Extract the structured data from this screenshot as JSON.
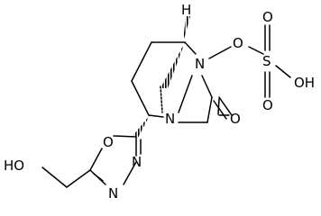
{
  "molecule": {
    "atom_labels": {
      "h_bridgehead": "H",
      "n_ring": "N",
      "n_bridgehead": "N",
      "o_link": "O",
      "s_sulfate": "S",
      "o_sulfate_top": "O",
      "o_sulfate_bottom": "O",
      "oh_sulfate": "OH",
      "o_carbonyl": "O",
      "o_oxadiazole": "O",
      "n_oxadiazole_1": "N",
      "n_oxadiazole_2": "N",
      "ho_hydroxymethyl": "HO"
    }
  }
}
